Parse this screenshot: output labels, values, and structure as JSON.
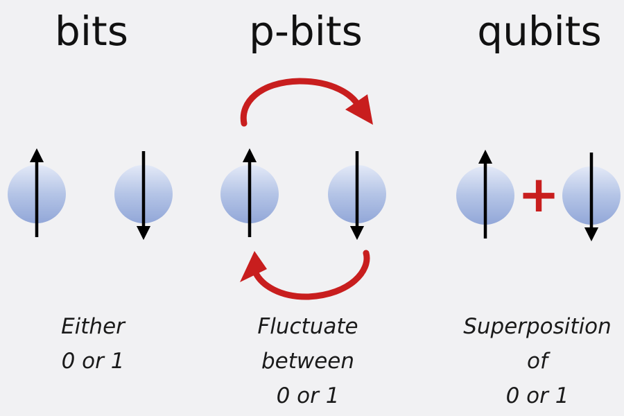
{
  "columns": [
    {
      "title": "bits",
      "caption": [
        "Either",
        "0 or 1"
      ]
    },
    {
      "title": "p-bits",
      "caption": [
        "Fluctuate",
        "between",
        "0 or 1"
      ]
    },
    {
      "title": "qubits",
      "caption": [
        "Superposition",
        "of",
        "0 or 1"
      ]
    }
  ],
  "spins": [
    {
      "column": "bits",
      "direction": "up"
    },
    {
      "column": "bits",
      "direction": "down"
    },
    {
      "column": "p-bits",
      "direction": "up"
    },
    {
      "column": "p-bits",
      "direction": "down"
    },
    {
      "column": "qubits",
      "direction": "up"
    },
    {
      "column": "qubits",
      "direction": "down"
    }
  ],
  "qubit_operator": "+",
  "colors": {
    "background": "#f1f1f3",
    "sphere_light": "#d9e1f4",
    "sphere_dark": "#9aaedb",
    "accent_red": "#c81e1e",
    "arrow_black": "#000000"
  }
}
